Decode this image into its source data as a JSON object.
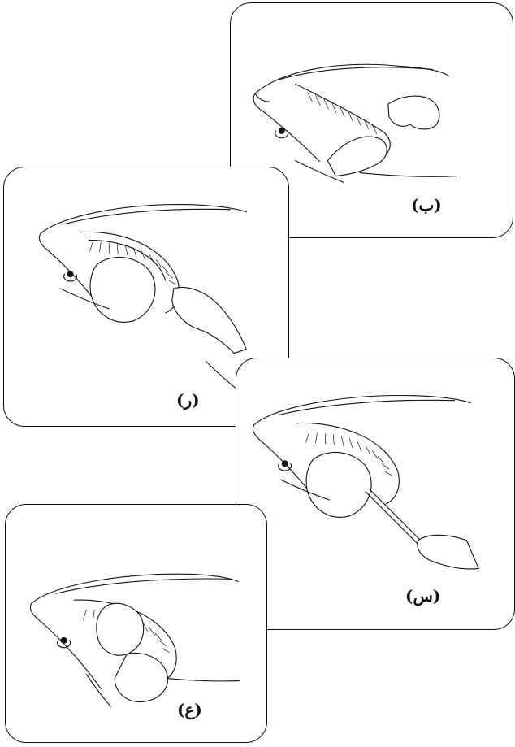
{
  "panels": [
    {
      "id": "p1",
      "label": "(ب)"
    },
    {
      "id": "p2",
      "label": "(ر)"
    },
    {
      "id": "p3",
      "label": "(س)"
    },
    {
      "id": "p4",
      "label": "(ع)"
    }
  ]
}
